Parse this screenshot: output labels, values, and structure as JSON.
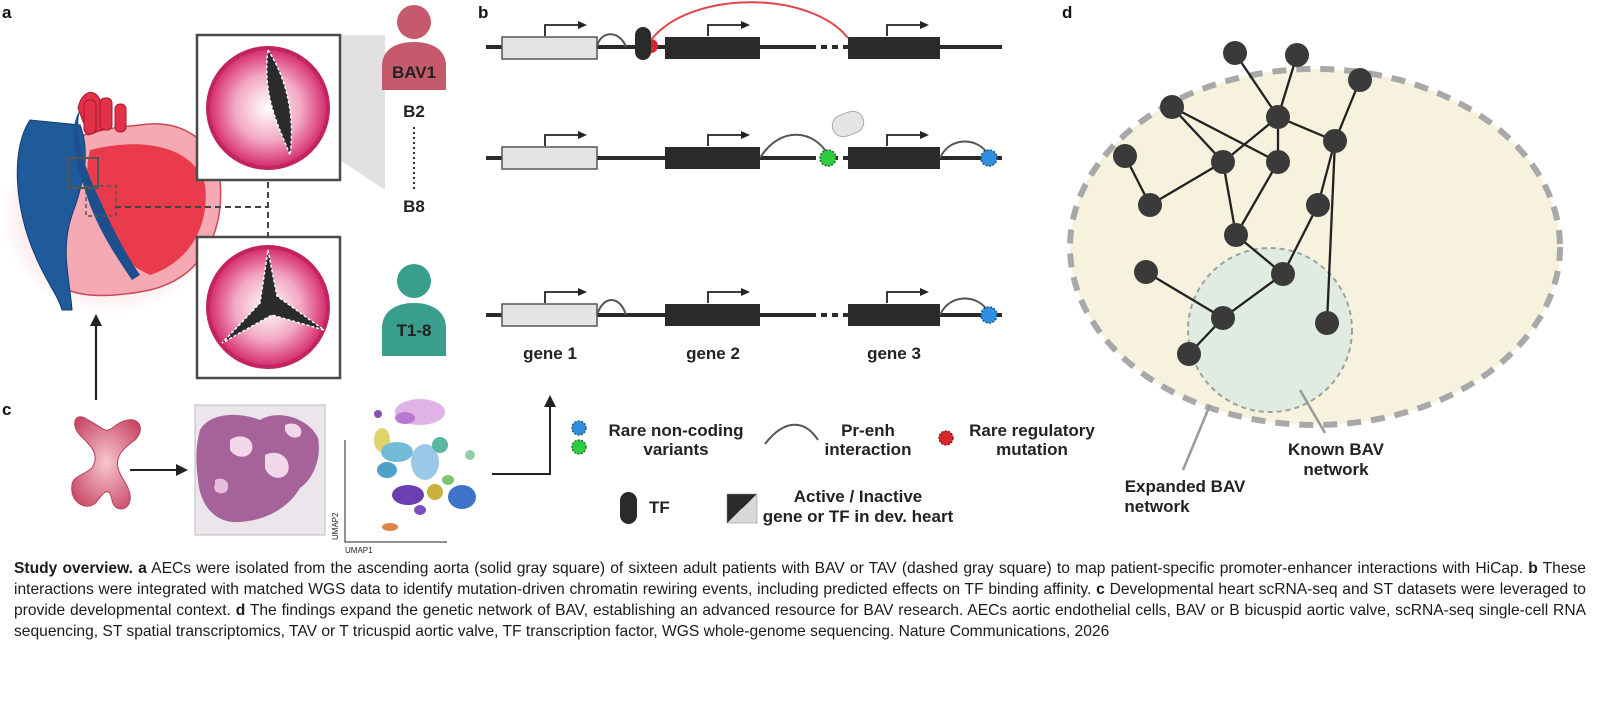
{
  "panel_letters": {
    "a": "a",
    "b": "b",
    "c": "c",
    "d": "d"
  },
  "panel_a": {
    "patient_bav": "BAV1",
    "patient_tav": "T1-8",
    "range_start": "B2",
    "range_end": "B8"
  },
  "panel_b": {
    "gene_labels": [
      "gene 1",
      "gene 2",
      "gene 3"
    ]
  },
  "legend": {
    "rare_variants": [
      "Rare non-coding",
      "variants"
    ],
    "pr_enh": [
      "Pr-enh",
      "interaction"
    ],
    "rare_regulatory": [
      "Rare regulatory",
      "mutation"
    ],
    "tf": "TF",
    "active_inactive": [
      "Active / Inactive",
      "gene or TF in dev. heart"
    ]
  },
  "umap": {
    "x_label": "UMAP1",
    "y_label": "UMAP2"
  },
  "panel_d": {
    "expanded": [
      "Expanded BAV",
      "network"
    ],
    "known": [
      "Known BAV",
      "network"
    ]
  },
  "colors": {
    "bav_patient": "#c45a6b",
    "tav_patient": "#3a9e8c",
    "valve_pink": "#d83a7a",
    "red_loop": "#e0474c",
    "variant_blue": "#2f8fe0",
    "variant_green": "#2ecc40",
    "mutation_red": "#d9262b",
    "gene_dark": "#2a2a2a",
    "gene_light": "#e4e4e4",
    "expanded_fill": "#f6f2de",
    "known_fill": "#e0ebe2"
  },
  "caption": {
    "title": "Study overview.",
    "a_letter": "a",
    "a_text": "AECs were isolated from the ascending aorta (solid gray square) of sixteen adult patients with BAV or TAV (dashed gray square) to map patient-specific promoter-enhancer interactions with HiCap.",
    "b_letter": "b",
    "b_text": "These interactions were integrated with matched WGS data to identify mutation-driven chromatin rewiring events, including predicted effects on TF binding affinity.",
    "c_letter": "c",
    "c_text": "Developmental heart scRNA-seq and ST datasets were leveraged to provide developmental context.",
    "d_letter": "d",
    "d_text": "The findings expand the genetic network of BAV, establishing an advanced resource for BAV research. AECs aortic endothelial cells, BAV or B bicuspid aortic valve, scRNA-seq single-cell RNA sequencing, ST spatial transcriptomics, TAV or T tricuspid aortic valve, TF transcription factor, WGS whole-genome sequencing. Nature Communications, 2026"
  }
}
